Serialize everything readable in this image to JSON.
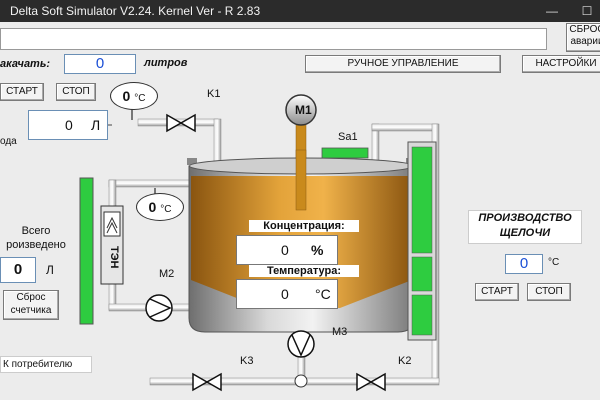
{
  "window": {
    "title": "Delta Soft Simulator V2.24. Kernel Ver - R 2.83",
    "minimize": "—",
    "maximize": "☐"
  },
  "header": {
    "reset_alarm": "СБРОС\nаварии",
    "fill_label": "акачать:",
    "fill_value": "0",
    "fill_unit": "литров",
    "manual_button": "РУЧНОЕ УПРАВЛЕНИЕ",
    "settings_button": "НАСТРОЙКИ"
  },
  "controls": {
    "start": "СТАРТ",
    "stop": "СТОП",
    "inlet_temp": "0",
    "temp_unit": "°C",
    "water_value": "0",
    "water_unit": "Л",
    "water_label": "ода",
    "heater_temp": "0",
    "total_label": "Всего\nроизведено",
    "total_value": "0",
    "total_unit": "Л",
    "reset_counter": "Сброс\nсчетчика",
    "consumer": "К потребителю"
  },
  "tank": {
    "concentration_label": "Концентрация:",
    "concentration_value": "0",
    "concentration_unit": "%",
    "temperature_label": "Температура:",
    "temperature_value": "0",
    "temperature_unit": "°C",
    "heater_label": "ТЭН"
  },
  "devices": {
    "k1": "K1",
    "k2": "K2",
    "k3": "K3",
    "m1": "M1",
    "m2": "M2",
    "m3": "M3",
    "sa1": "Sa1"
  },
  "production": {
    "title": "ПРОИЗВОДСТВО\nЩЕЛОЧИ",
    "temp_value": "0",
    "temp_unit": "°C",
    "start": "СТАРТ",
    "stop": "СТОП"
  },
  "colors": {
    "accent_green": "#2ecc40",
    "liquid": "#d9901f",
    "value_blue": "#1a4fd6"
  }
}
